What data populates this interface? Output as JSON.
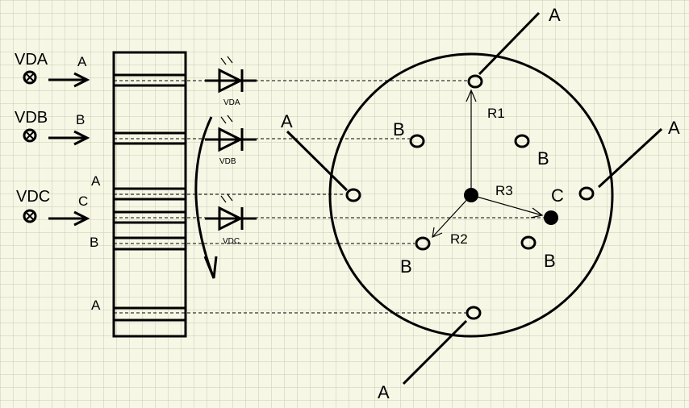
{
  "sensors": {
    "vda": {
      "name": "VDA",
      "arrow_label": "A"
    },
    "vdb": {
      "name": "VDB",
      "arrow_label": "B"
    },
    "vdc": {
      "name": "VDC",
      "arrow_label": "C"
    }
  },
  "strip_labels": {
    "a_upper": "A",
    "b_lower": "B",
    "a_bottom": "A"
  },
  "led_labels": {
    "vda": "VDA",
    "vdb": "VDB",
    "vdc": "VDC"
  },
  "disc": {
    "spoke_top": "A",
    "spoke_left": "A",
    "spoke_right": "A",
    "spoke_bottom": "A",
    "b_upper_left": "B",
    "b_upper_right": "B",
    "b_lower_left": "B",
    "b_lower_right": "B",
    "c_label": "C",
    "r1": "R1",
    "r2": "R2",
    "r3": "R3"
  },
  "colors": {
    "background": "#f7f7e6",
    "grid": "#c8c8b4",
    "ink": "#000000"
  }
}
